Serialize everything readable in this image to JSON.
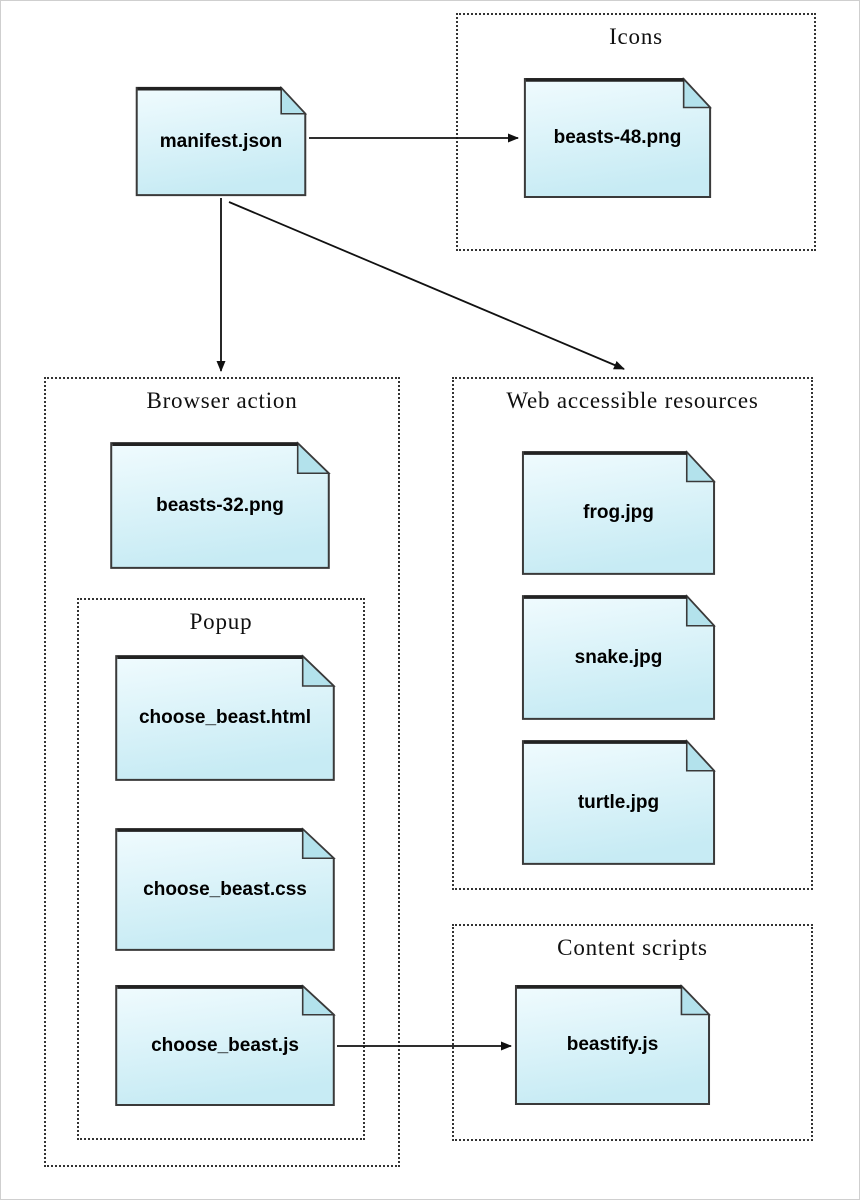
{
  "groups": {
    "icons": {
      "label": "Icons"
    },
    "browser_action": {
      "label": "Browser action"
    },
    "popup": {
      "label": "Popup"
    },
    "web_accessible_resources": {
      "label": "Web accessible resources"
    },
    "content_scripts": {
      "label": "Content scripts"
    }
  },
  "files": {
    "manifest_json": {
      "label": "manifest.json"
    },
    "beasts_48_png": {
      "label": "beasts-48.png"
    },
    "beasts_32_png": {
      "label": "beasts-32.png"
    },
    "choose_beast_html": {
      "label": "choose_beast.html"
    },
    "choose_beast_css": {
      "label": "choose_beast.css"
    },
    "choose_beast_js": {
      "label": "choose_beast.js"
    },
    "frog_jpg": {
      "label": "frog.jpg"
    },
    "snake_jpg": {
      "label": "snake.jpg"
    },
    "turtle_jpg": {
      "label": "turtle.jpg"
    },
    "beastify_js": {
      "label": "beastify.js"
    }
  },
  "edges": [
    {
      "from": "manifest.json",
      "to": "beasts-48.png"
    },
    {
      "from": "manifest.json",
      "to": "Browser action"
    },
    {
      "from": "manifest.json",
      "to": "Web accessible resources"
    },
    {
      "from": "choose_beast.js",
      "to": "beastify.js"
    }
  ],
  "colors": {
    "file_fill_top": "#f0fbfe",
    "file_fill_bottom": "#c7ebf4",
    "file_fold": "#b3e2ec",
    "file_border": "#3a3a3a",
    "group_border": "#333333",
    "arrow": "#111111",
    "background": "#ffffff"
  }
}
